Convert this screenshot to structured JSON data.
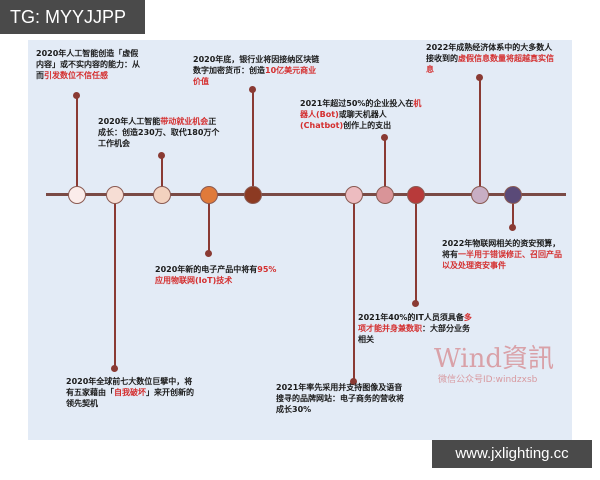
{
  "watermark": {
    "label": "TG: MYYJJPP"
  },
  "site": {
    "label": "www.jxlighting.cc"
  },
  "wind": {
    "brand": "Wind資訊",
    "sub": "微信公众号ID:windzxsb"
  },
  "colors": {
    "axis": "#7a4a45",
    "highlight": "#d42f2f",
    "background": "#e3ebf6"
  },
  "events": {
    "e1": {
      "pre": "2020年人工智能创造「虚假内容」或不实内容的能力：从而",
      "hl": "引发数位不信任感",
      "post": ""
    },
    "e2": {
      "pre": "2020年人工智能",
      "hl": "带动就业机会",
      "post": "正成长：创造230万、取代180万个工作机会"
    },
    "e3": {
      "pre": "2020年底，银行业将因接纳区块链数字加密货币：创造",
      "hl": "10亿美元商业价值",
      "post": ""
    },
    "e4": {
      "pre": "2021年超过50%的企业投入在",
      "hl": "机器人(Bot)",
      "mid": "或聊天机器人",
      "hl2": "(Chatbot)",
      "post": "创作上的支出"
    },
    "e5": {
      "pre": "2022年成熟经济体系中的大多数人接收到的",
      "hl": "虚假信息数量将超越真实信息",
      "post": ""
    },
    "e6": {
      "pre": "2020年新的电子产品中将有",
      "hl": "95%应用物联网(IoT)技术",
      "post": ""
    },
    "e7": {
      "pre": "2020年全球前七大数位巨擘中，将有五家藉由「",
      "hl": "自我破坏",
      "post": "」来开创新的领先契机"
    },
    "e8": {
      "pre": "2021年率先采用并支持图像及语音搜寻的品牌网站：电子商务的营收将成长30%",
      "hl": "",
      "post": ""
    },
    "e9": {
      "pre": "2021年40%的IT人员须具备",
      "hl": "多项才能并身兼数职",
      "post": "：大部分业务相关"
    },
    "e10": {
      "pre": "2022年物联网相关的资安预算，将有",
      "hl": "一半用于错误修正、召回产品以及处理资安事件",
      "post": ""
    }
  }
}
